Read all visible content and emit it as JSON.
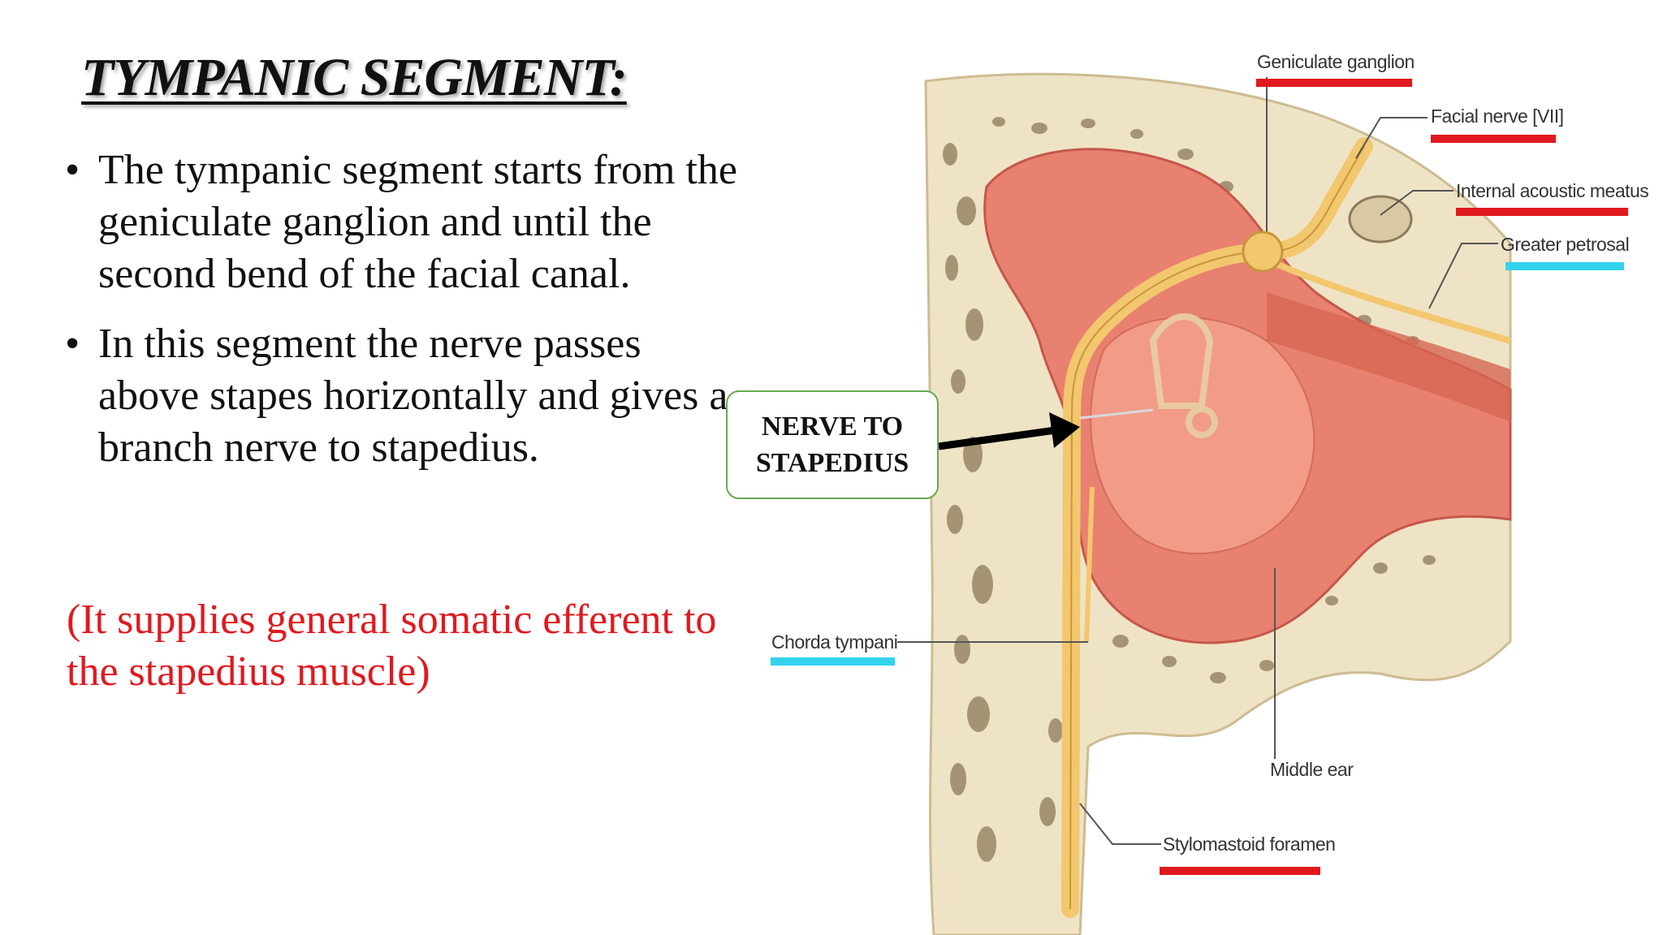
{
  "slide": {
    "title": "TYMPANIC SEGMENT:",
    "bullet_symbol": "•",
    "bullets": [
      "The tympanic segment starts from the geniculate ganglion and until the second bend of the facial canal.",
      "In this segment the nerve passes above stapes horizontally and gives a branch nerve to stapedius."
    ],
    "note": "(It supplies general somatic efferent to the stapedius muscle)"
  },
  "diagram": {
    "callout": {
      "line1": "NERVE TO",
      "line2": "STAPEDIUS"
    },
    "labels": {
      "geniculate_ganglion": "Geniculate ganglion",
      "facial_nerve": "Facial nerve [VII]",
      "internal_acoustic_meatus": "Internal acoustic meatus",
      "greater_petrosal": "Greater petrosal",
      "chorda_tympani": "Chorda tympani",
      "middle_ear": "Middle ear",
      "stylomastoid_foramen": "Stylomastoid foramen"
    }
  },
  "colors": {
    "highlight_red": "#e0191f",
    "highlight_cyan": "#33d3ee",
    "note_red": "#e0191f",
    "callout_border": "#6aa84f",
    "bone": "#efe3c6",
    "cavity": "#e8816f",
    "nerve": "#f2c76e"
  }
}
